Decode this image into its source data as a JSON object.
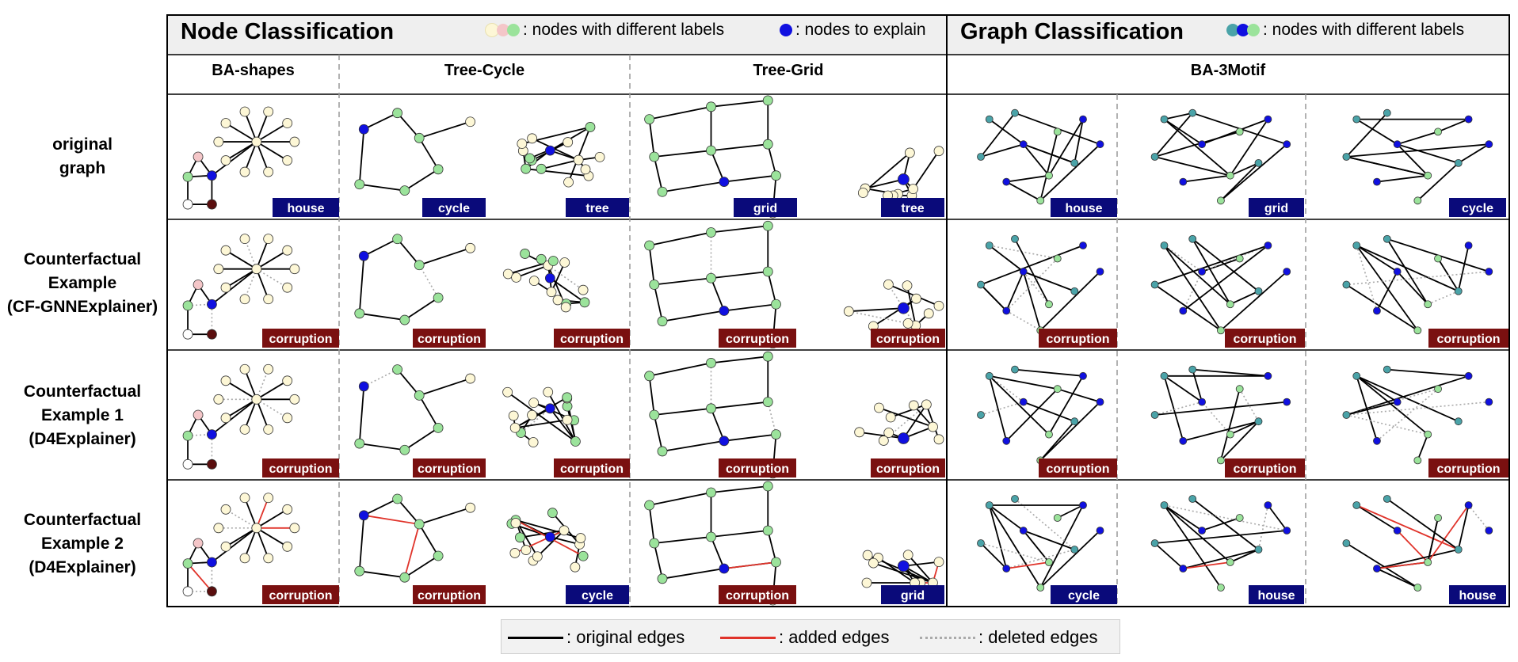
{
  "sections": {
    "node": {
      "title": "Node Classification",
      "legend1": ": nodes with different labels",
      "legend2": ": nodes to explain"
    },
    "graph": {
      "title": "Graph Classification",
      "legend": ": nodes with different labels"
    }
  },
  "columns": [
    "BA-shapes",
    "Tree-Cycle",
    "Tree-Grid",
    "BA-3Motif"
  ],
  "rows": [
    {
      "lines": [
        "original",
        "graph"
      ]
    },
    {
      "lines": [
        "Counterfactual",
        "Example",
        "(CF-GNNExplainer)"
      ]
    },
    {
      "lines": [
        "Counterfactual",
        "Example 1",
        "(D4Explainer)"
      ]
    },
    {
      "lines": [
        "Counterfactual",
        "Example 2",
        "(D4Explainer)"
      ]
    }
  ],
  "badges": [
    [
      "house",
      "cycle",
      "tree",
      "grid",
      "tree",
      "house",
      "grid",
      "cycle"
    ],
    [
      "corruption",
      "corruption",
      "corruption",
      "corruption",
      "corruption",
      "corruption",
      "corruption",
      "corruption"
    ],
    [
      "corruption",
      "corruption",
      "corruption",
      "corruption",
      "corruption",
      "corruption",
      "corruption",
      "corruption"
    ],
    [
      "corruption",
      "corruption",
      "cycle",
      "corruption",
      "grid",
      "cycle",
      "house",
      "house"
    ]
  ],
  "legend": {
    "original": ": original edges",
    "added": ": added edges",
    "deleted": ": deleted edges"
  },
  "colors": {
    "cream": "#fdf7d6",
    "pink": "#f4c6c8",
    "green": "#9be39b",
    "blue": "#1010e0",
    "teal": "#4aa3a8",
    "darkred": "#5a0e0e",
    "navy": "#0a0a7a",
    "corruption": "#7a1010",
    "added_edge": "#e0332a",
    "header_bg": "#efefef"
  }
}
